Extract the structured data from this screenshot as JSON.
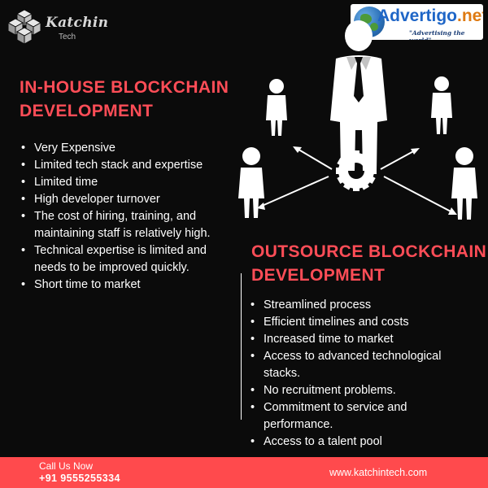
{
  "brand": {
    "name": "Katchin",
    "subtitle": "Tech",
    "logo_icon": "stacked-cubes-icon"
  },
  "ad_badge": {
    "name_main": "Advertigo",
    "name_suffix": ".net",
    "tagline": "\"Advertising the world\"",
    "icon": "globe-icon"
  },
  "inhouse": {
    "title_line1": "IN-HOUSE BLOCKCHAIN",
    "title_line2": "DEVELOPMENT",
    "items": [
      "Very Expensive",
      "Limited tech stack and expertise",
      "Limited time",
      "High developer turnover",
      "The cost of hiring, training, and maintaining staff is relatively high.",
      "Technical expertise is limited and needs to be improved quickly.",
      "Short time to market"
    ]
  },
  "outsource": {
    "title_line1": "OUTSOURCE BLOCKCHAIN",
    "title_line2": "DEVELOPMENT",
    "items": [
      "Streamlined process",
      "Efficient timelines and costs",
      "Increased time to market",
      "Access to advanced technological stacks.",
      "No recruitment problems.",
      "Commitment to service and performance.",
      "Access to a talent pool"
    ]
  },
  "illustration": {
    "icon": "delegation-network-icon",
    "colors": {
      "figure": "#ffffff",
      "tie": "#0b0b0b"
    }
  },
  "footer": {
    "call_label": "Call Us Now",
    "phone": "+91 9555255334",
    "website": "www.katchintech.com"
  },
  "colors": {
    "background": "#0b0b0b",
    "accent": "#ff4d57",
    "footer_bg": "#ff4a4d",
    "text": "#ffffff"
  }
}
